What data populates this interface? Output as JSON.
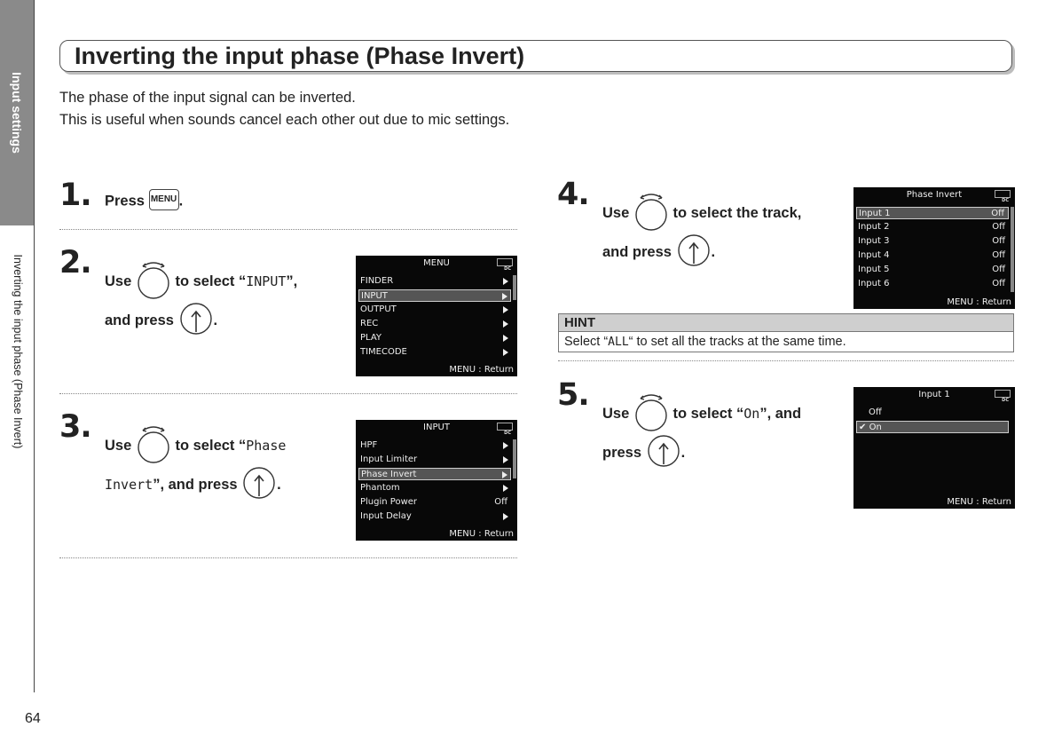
{
  "sidebar": {
    "section_label": "Input settings",
    "page_label": "Inverting the input phase (Phase Invert)"
  },
  "page_number": "64",
  "title": "Inverting the input phase (Phase Invert)",
  "intro": {
    "line1": "The phase of the input signal can be inverted.",
    "line2": "This is useful when sounds cancel each other out due to mic settings."
  },
  "steps": {
    "s1": {
      "num": "1.",
      "press": "Press",
      "key": "MENU",
      "end": "."
    },
    "s2": {
      "num": "2.",
      "use": "Use",
      "select": "to select “",
      "value": "INPUT",
      "close": "”,",
      "and_press": "and press",
      "end": "."
    },
    "s3": {
      "num": "3.",
      "use": "Use",
      "select": "to select “",
      "value_a": "Phase",
      "value_b": "Invert",
      "close": "”, and press",
      "end": "."
    },
    "s4": {
      "num": "4.",
      "use": "Use",
      "select": "to select the track,",
      "and_press": "and press",
      "end": "."
    },
    "s5": {
      "num": "5.",
      "use": "Use",
      "select": "to select “",
      "value": "On",
      "close": "”, and",
      "press": "press",
      "end": "."
    }
  },
  "hint": {
    "heading": "HINT",
    "text_before": "Select “",
    "value": "ALL",
    "text_after": "“ to set all the tracks at the same time."
  },
  "screens": {
    "menu": {
      "title": "MENU",
      "items": [
        "FINDER",
        "INPUT",
        "OUTPUT",
        "REC",
        "PLAY",
        "TIMECODE"
      ],
      "selected": "INPUT",
      "footer": "MENU : Return",
      "dc": "DC"
    },
    "input": {
      "title": "INPUT",
      "items": [
        "HPF",
        "Input Limiter",
        "Phase Invert",
        "Phantom",
        "Plugin Power",
        "Input Delay"
      ],
      "plugin_value": "Off",
      "selected": "Phase Invert",
      "footer": "MENU : Return",
      "dc": "DC"
    },
    "phase": {
      "title": "Phase Invert",
      "items": [
        "Input 1",
        "Input 2",
        "Input 3",
        "Input 4",
        "Input 5",
        "Input 6"
      ],
      "values": [
        "Off",
        "Off",
        "Off",
        "Off",
        "Off",
        "Off"
      ],
      "selected": "Input 1",
      "footer": "MENU : Return",
      "dc": "DC"
    },
    "input1": {
      "title": "Input 1",
      "items": [
        "Off",
        "On"
      ],
      "selected": "On",
      "check": "✔",
      "footer": "MENU : Return",
      "dc": "DC"
    }
  }
}
